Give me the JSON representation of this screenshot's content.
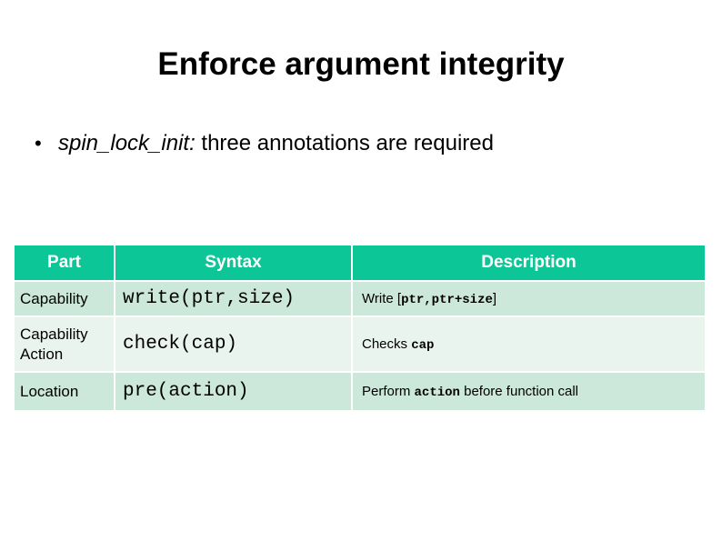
{
  "slide": {
    "title": "Enforce argument integrity",
    "bullet": {
      "marker": "•",
      "emphasis": "spin_lock_init:",
      "rest": " three annotations are required"
    }
  },
  "table": {
    "headers": [
      "Part",
      "Syntax",
      "Description"
    ],
    "rows": [
      {
        "part": "Capability",
        "syntax": "write(ptr,size)",
        "description": {
          "pre": "Write [",
          "code": "ptr,ptr+size",
          "post": "]"
        }
      },
      {
        "part": "Capability Action",
        "syntax": "check(cap)",
        "description": {
          "pre": "Checks ",
          "code": "cap",
          "post": ""
        }
      },
      {
        "part": "Location",
        "syntax": "pre(action)",
        "description": {
          "pre": "Perform ",
          "code": "action",
          "post": " before function call"
        }
      }
    ]
  },
  "colors": {
    "header_green": "#0dc698",
    "row_mint": "#cbe8da",
    "row_light": "#e9f4ef",
    "background": "#ffffff",
    "text": "#000000",
    "header_text": "#ffffff"
  }
}
